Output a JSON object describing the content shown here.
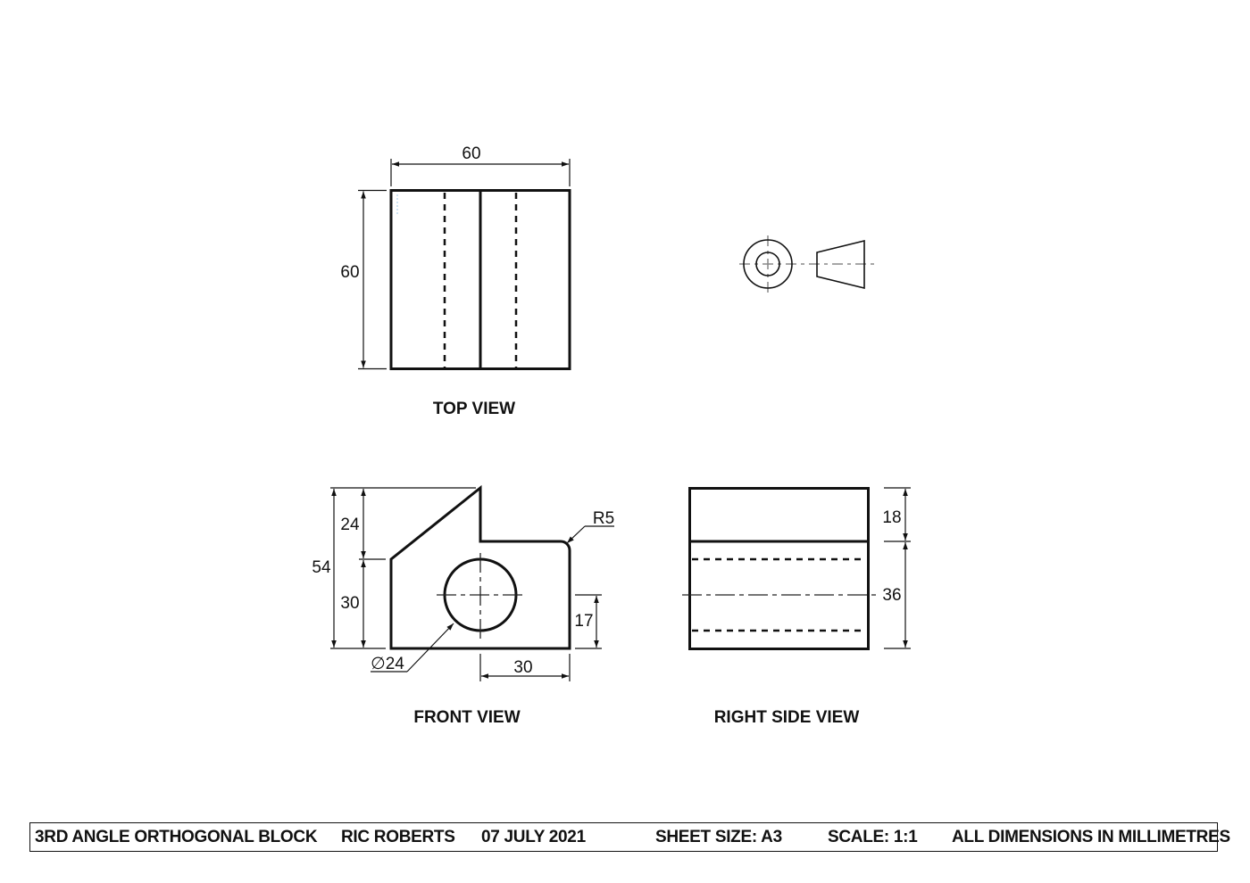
{
  "drawing": {
    "title": "3RD ANGLE ORTHOGONAL BLOCK",
    "views": {
      "top": {
        "label": "TOP VIEW",
        "dims": {
          "width": "60",
          "depth": "60"
        }
      },
      "front": {
        "label": "FRONT VIEW",
        "dims": {
          "overall_height": "54",
          "upper_height": "24",
          "lower_height": "30",
          "hole_diameter": "∅24",
          "hole_center_height": "17",
          "step_width": "30",
          "fillet_radius": "R5"
        }
      },
      "right_side": {
        "label": "RIGHT SIDE VIEW",
        "dims": {
          "upper": "18",
          "lower": "36"
        }
      },
      "projection_symbol": {
        "name": "third-angle-projection-symbol"
      }
    }
  },
  "title_block": {
    "title": "3RD ANGLE ORTHOGONAL BLOCK",
    "author": "RIC ROBERTS",
    "date": "07 JULY 2021",
    "sheet_size": "SHEET SIZE: A3",
    "scale": "SCALE: 1:1",
    "units": "ALL DIMENSIONS IN MILLIMETRES"
  },
  "colors": {
    "line": "#111111",
    "background": "#ffffff",
    "centerline_symbol": "#888888"
  }
}
